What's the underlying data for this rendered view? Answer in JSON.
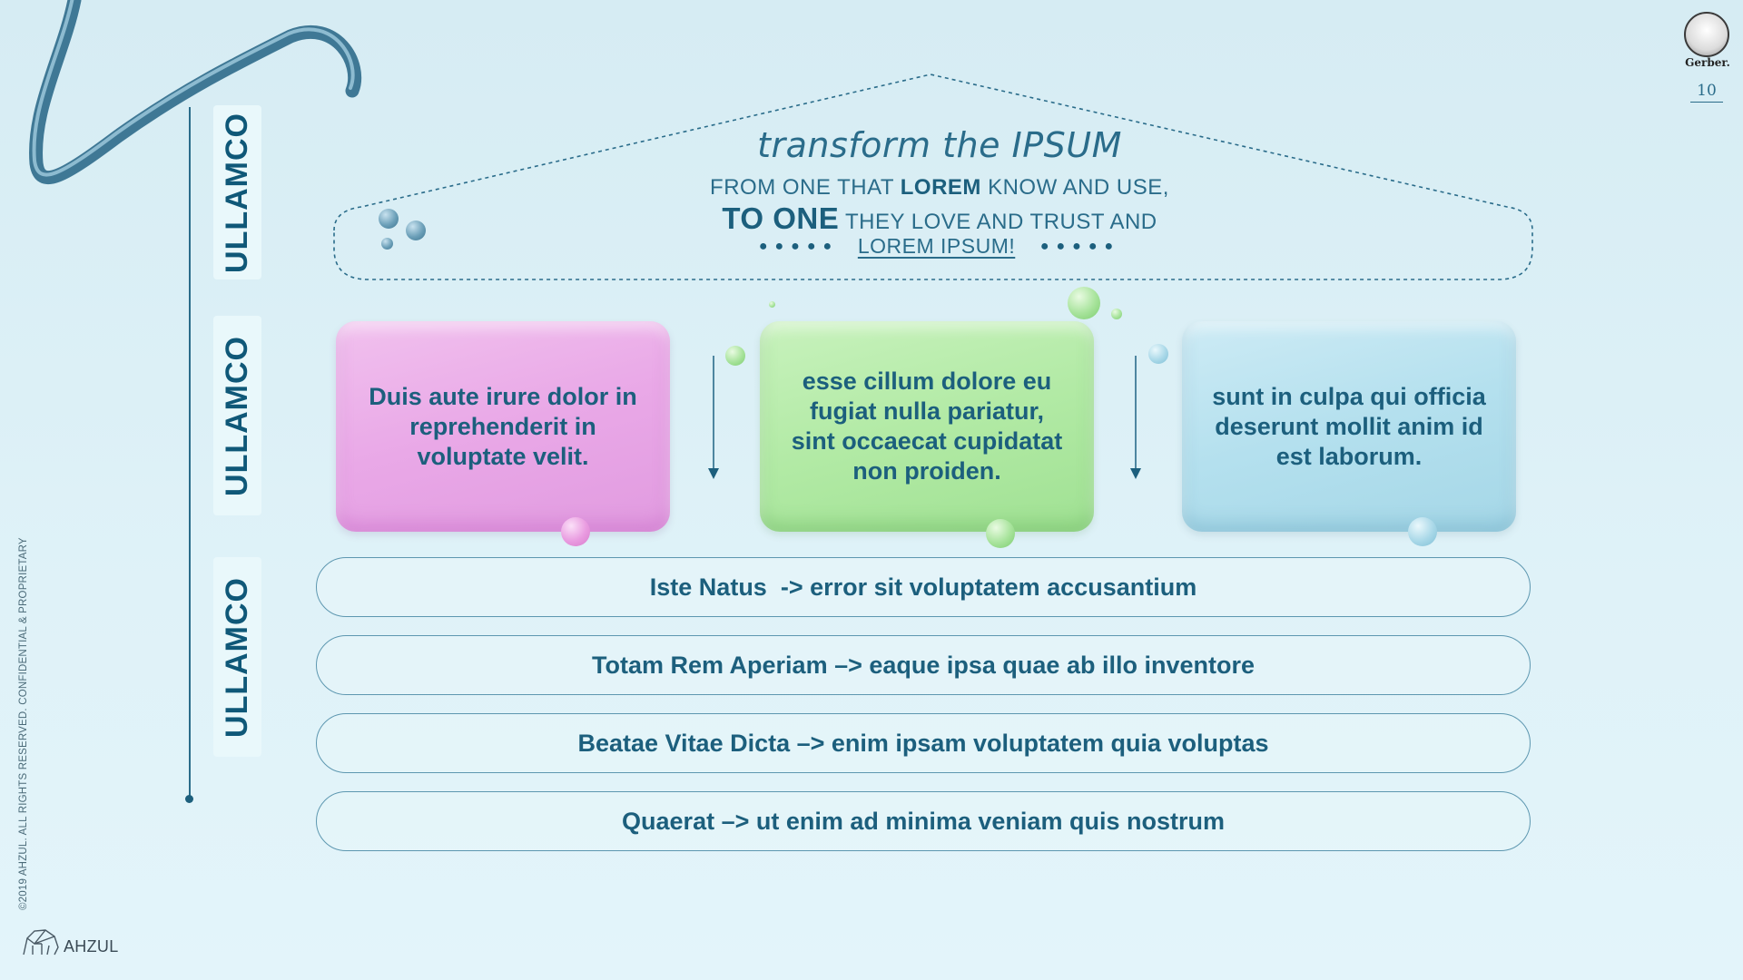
{
  "side_labels": [
    "ULLAMCO",
    "ULLAMCO",
    "ULLAMCO"
  ],
  "headline": {
    "title": "transform the IPSUM",
    "line1_a": "FROM ONE THAT ",
    "line1_bold": "LOREM",
    "line1_b": " KNOW AND USE,",
    "line2_big": "TO ONE",
    "line2_rest": " THEY LOVE AND TRUST AND",
    "dots_left": "●●●●●",
    "line3_link": "LOREM IPSUM!",
    "dots_right": "●●●●●"
  },
  "cards": [
    {
      "text": "Duis aute irure dolor in reprehenderit in voluptate velit.",
      "color": "#e9a8e7"
    },
    {
      "text": "esse cillum dolore eu fugiat nulla pariatur, sint occaecat cupidatat non proiden.",
      "color": "#b2eaa5"
    },
    {
      "text": "sunt in culpa qui officia deserunt mollit anim id est laborum.",
      "color": "#b4e0ee"
    }
  ],
  "pills": [
    "Iste Natus  -> error sit voluptatem accusantium",
    "Totam Rem Aperiam –> eaque ipsa quae ab illo inventore",
    "Beatae Vitae Dicta –> enim ipsam voluptatem quia voluptas",
    "Quaerat –> ut enim ad minima veniam quis nostrum"
  ],
  "brand": "Gerber.",
  "page_number": "10",
  "copyright": "©2019 AHZUL. ALL RIGHTS RESERVED. CONFIDENTIAL & PROPRIETARY",
  "footer_logo": "AHZUL",
  "colors": {
    "text_primary": "#1c5f7d",
    "accent_line": "#2a6c8a",
    "card_pink": "#e9a8e7",
    "card_green": "#b2eaa5",
    "card_blue": "#b4e0ee",
    "background": "#dbeff6"
  }
}
